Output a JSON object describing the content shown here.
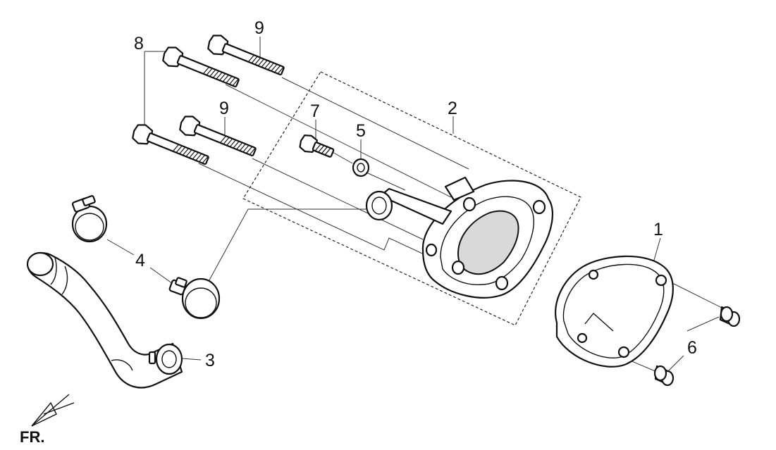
{
  "diagram": {
    "callouts": [
      {
        "id": "1",
        "text": "1"
      },
      {
        "id": "2",
        "text": "2"
      },
      {
        "id": "3",
        "text": "3"
      },
      {
        "id": "4",
        "text": "4"
      },
      {
        "id": "5",
        "text": "5"
      },
      {
        "id": "6",
        "text": "6"
      },
      {
        "id": "7",
        "text": "7"
      },
      {
        "id": "8",
        "text": "8"
      },
      {
        "id": "9a",
        "text": "9"
      },
      {
        "id": "9b",
        "text": "9"
      }
    ],
    "direction_label": "FR.",
    "colors": {
      "line": "#111111",
      "leader": "#333333",
      "shade": "#d9d9d9",
      "background": "#ffffff"
    }
  }
}
